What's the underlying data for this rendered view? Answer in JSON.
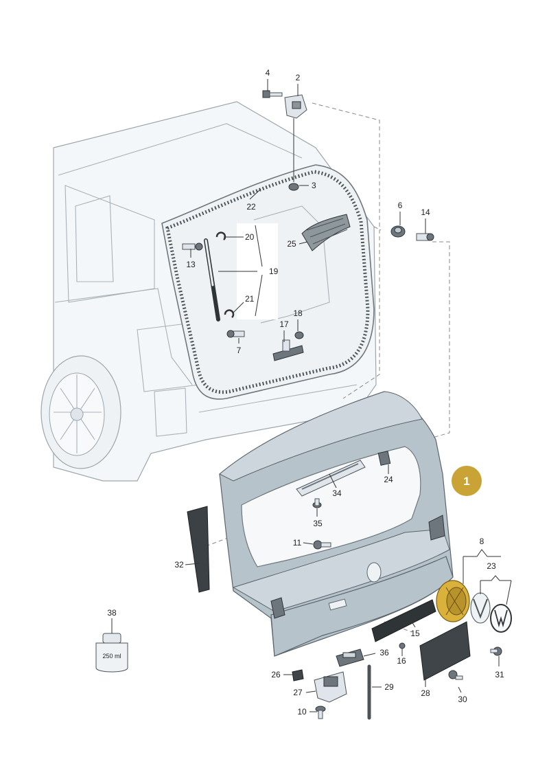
{
  "callouts": {
    "c1": "1",
    "c2": "2",
    "c3": "3",
    "c4": "4",
    "c6": "6",
    "c7": "7",
    "c8": "8",
    "c10": "10",
    "c11": "11",
    "c13": "13",
    "c14": "14",
    "c15": "15",
    "c16": "16",
    "c17": "17",
    "c18": "18",
    "c19": "19",
    "c20": "20",
    "c21": "21",
    "c22": "22",
    "c23": "23",
    "c24": "24",
    "c25": "25",
    "c26": "26",
    "c27": "27",
    "c28": "28",
    "c29": "29",
    "c30": "30",
    "c31": "31",
    "c32": "32",
    "c34": "34",
    "c35": "35",
    "c36": "36",
    "c38": "38"
  },
  "bottle_label": "250 ml",
  "colors": {
    "highlight_badge": "#c9a335",
    "highlight_part": "#d9b13b",
    "tailgate": "#b7c3cb"
  }
}
